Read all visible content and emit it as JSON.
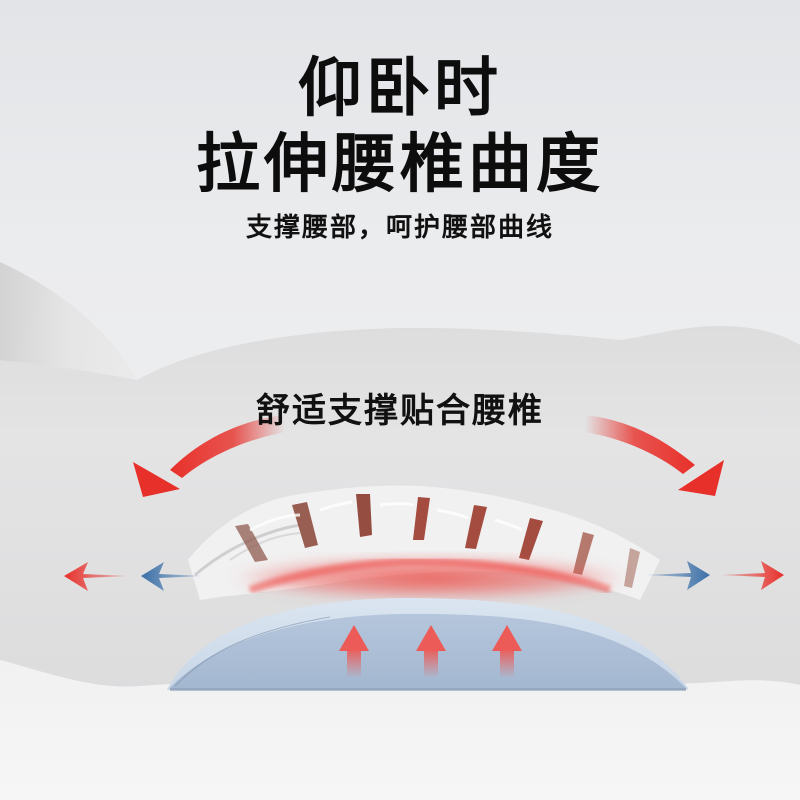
{
  "headline": {
    "line1": "仰卧时",
    "line2": "拉伸腰椎曲度",
    "subtitle": "支撑腰部，呵护腰部曲线"
  },
  "illustration": {
    "label": "舒适支撑贴合腰椎",
    "icons": {
      "curved_arrow_left": "curved-arrow-left-icon",
      "curved_arrow_right": "curved-arrow-right-icon",
      "arrow_left_red": "arrow-left-icon",
      "arrow_left_blue": "arrow-left-icon",
      "arrow_right_blue": "arrow-right-icon",
      "arrow_right_red": "arrow-right-icon",
      "up_arrows": [
        "arrow-up-icon",
        "arrow-up-icon",
        "arrow-up-icon"
      ]
    }
  },
  "colors": {
    "text": "#111111",
    "arrow_red": "#e8302a",
    "arrow_blue": "#3a6fa8",
    "pillow_blue": "#a9bdd6",
    "pillow_top": "#cddbea",
    "heat_red": "#ee5a55",
    "background": "#eceef0"
  }
}
